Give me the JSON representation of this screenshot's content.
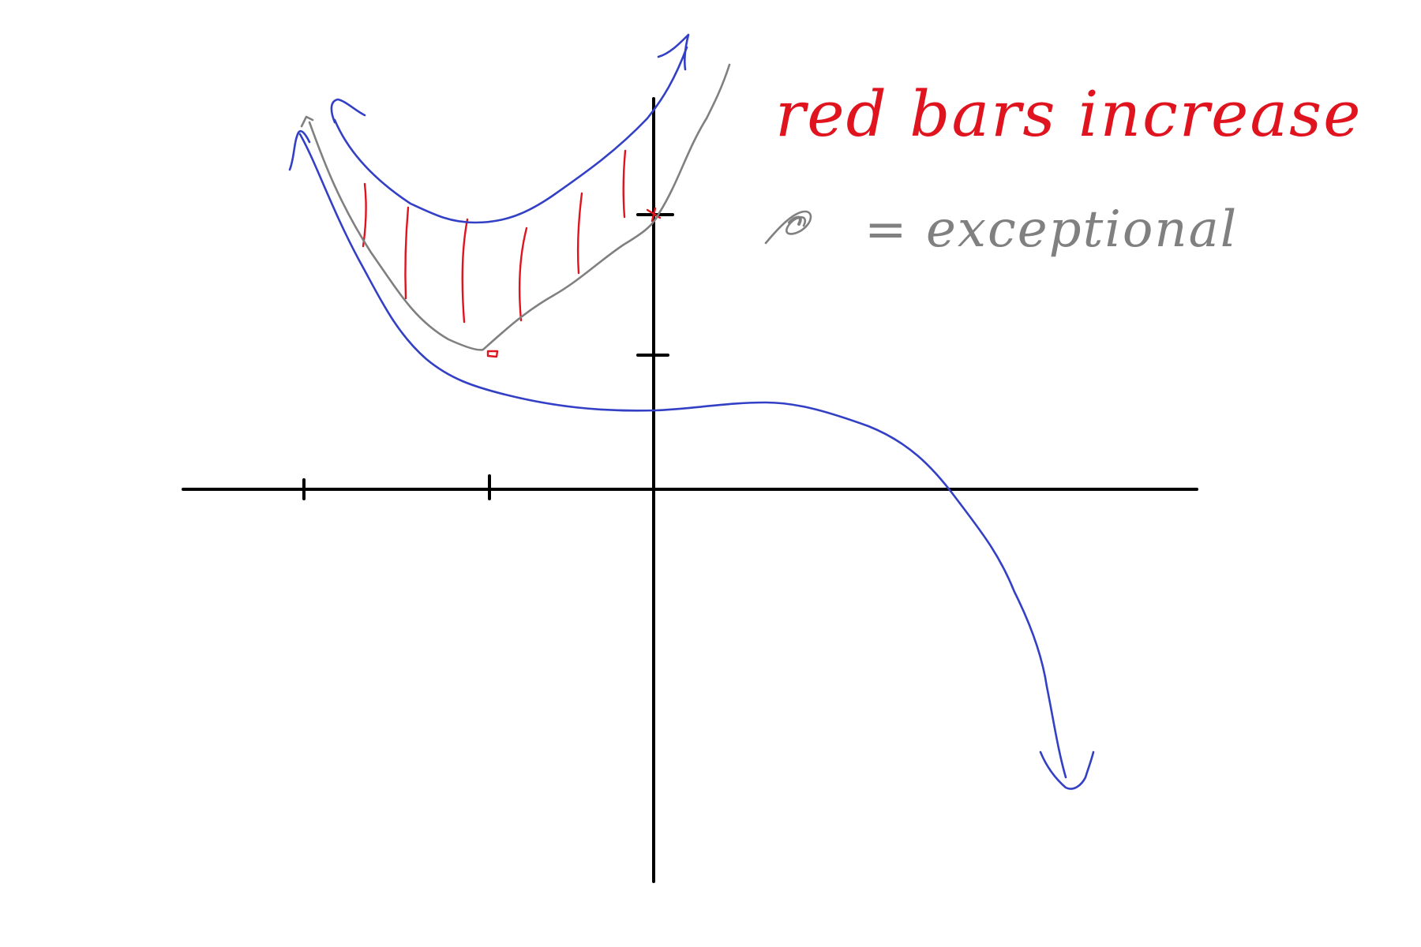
{
  "notes": {
    "red_note": "red bars increase",
    "legend_symbol": "= exceptional"
  },
  "colors": {
    "axes": "#000000",
    "blue_curve": "#3340c6",
    "gray_curve": "#808080",
    "red": "#e0141e"
  },
  "icons": {
    "legend_marker": "scribbled-dot",
    "arrowheads": "open-arrow"
  }
}
